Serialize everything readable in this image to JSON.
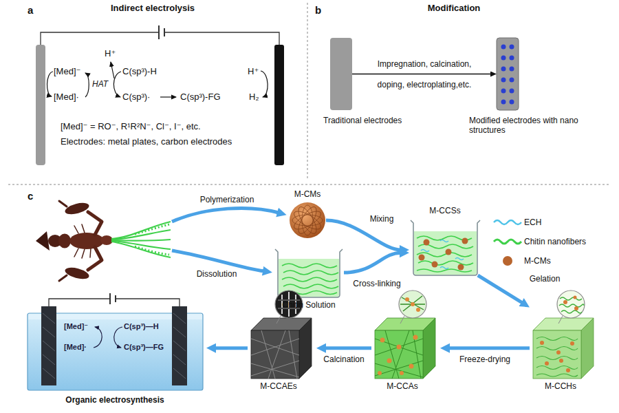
{
  "diagram": {
    "nodes": [
      {
        "text": [
          "Traditional electrodes"
        ]
      },
      {
        "text": [
          "Modified electrodes with nano structures"
        ]
      },
      {
        "text": [
          "M-CMs"
        ]
      },
      {
        "text": [
          "Chitin Solution"
        ]
      },
      {
        "text": [
          "M-CCSs"
        ]
      },
      {
        "text": [
          "M-CCHs"
        ]
      },
      {
        "text": [
          "M-CCAs"
        ]
      },
      {
        "text": [
          "M-CCAEs"
        ]
      },
      {
        "text": [
          "Organic electrosynthesis",
          "[Med]⁻",
          "[Med]·",
          "C(sp³)—H",
          "C(sp³)—FG"
        ]
      }
    ],
    "edges": [
      {
        "from": 0,
        "to": 1,
        "label": "Impregnation, calcination, doping, electroplating,etc.",
        "arrow": "to"
      },
      {
        "from": 2,
        "to": 4,
        "label": "Mixing",
        "arrow": "to"
      },
      {
        "from": 3,
        "to": 4,
        "label": "Cross-linking",
        "arrow": "to"
      },
      {
        "from": 4,
        "to": 5,
        "label": "Gelation",
        "arrow": "to"
      },
      {
        "from": 5,
        "to": 6,
        "label": "Freeze-drying",
        "arrow": "to"
      },
      {
        "from": 6,
        "to": 7,
        "label": "Calcination",
        "arrow": "to"
      },
      {
        "from": 7,
        "to": 8,
        "arrow": "to"
      }
    ],
    "labels": [
      "a",
      "Indirect electrolysis",
      "H⁺",
      "HAT",
      "[Med]⁻",
      "[Med]·",
      "C(sp³)-H",
      "C(sp³)·",
      "C(sp³)-FG",
      "H⁺",
      "H₂",
      "[Med]⁻ = RO⁻, R¹R²N⁻, Cl⁻, I⁻, etc.",
      "Electrodes: metal plates, carbon electrodes",
      "b",
      "Modification",
      "c",
      "Polymerization",
      "Dissolution"
    ],
    "legend": [
      {
        "text": "ECH"
      },
      {
        "text": "Chitin nanofibers"
      },
      {
        "text": "M-CMs"
      }
    ]
  }
}
